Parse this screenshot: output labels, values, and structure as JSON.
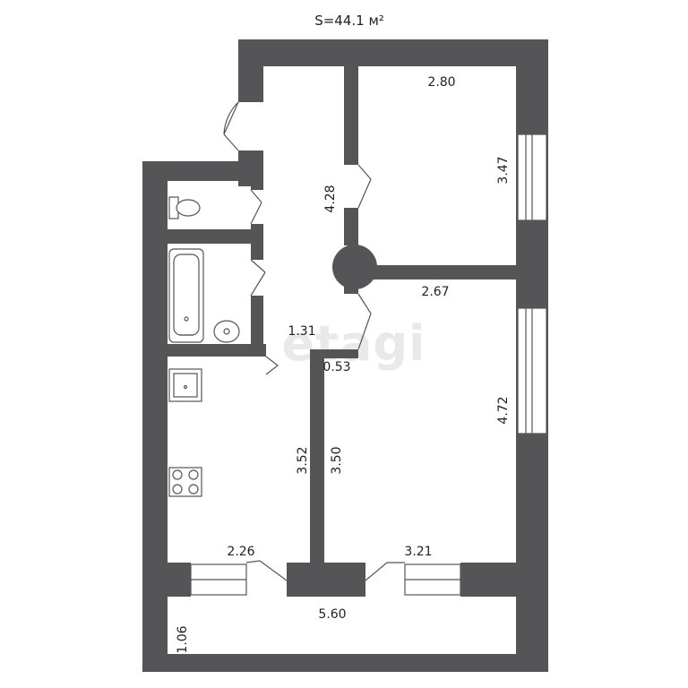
{
  "header": {
    "area": "S=44.1 м²"
  },
  "watermark": "etagi",
  "colors": {
    "wall": "#555558",
    "background": "#ffffff",
    "window_glass": "#ffffff"
  },
  "dimensions": {
    "room_top_width": "2.80",
    "room_top_height": "3.47",
    "hall_length": "4.28",
    "living_width": "2.67",
    "living_height": "4.72",
    "hall_bottom_width": "1.31",
    "passage_width": "0.53",
    "kitchen_height": "3.52",
    "living_inner_height": "3.50",
    "kitchen_width": "2.26",
    "living_bottom_width": "3.21",
    "balcony_width": "5.60",
    "balcony_depth": "1.06"
  },
  "fixtures": [
    "toilet-icon",
    "bathtub-icon",
    "sink-icon",
    "kitchen-sink-icon",
    "stove-icon"
  ]
}
